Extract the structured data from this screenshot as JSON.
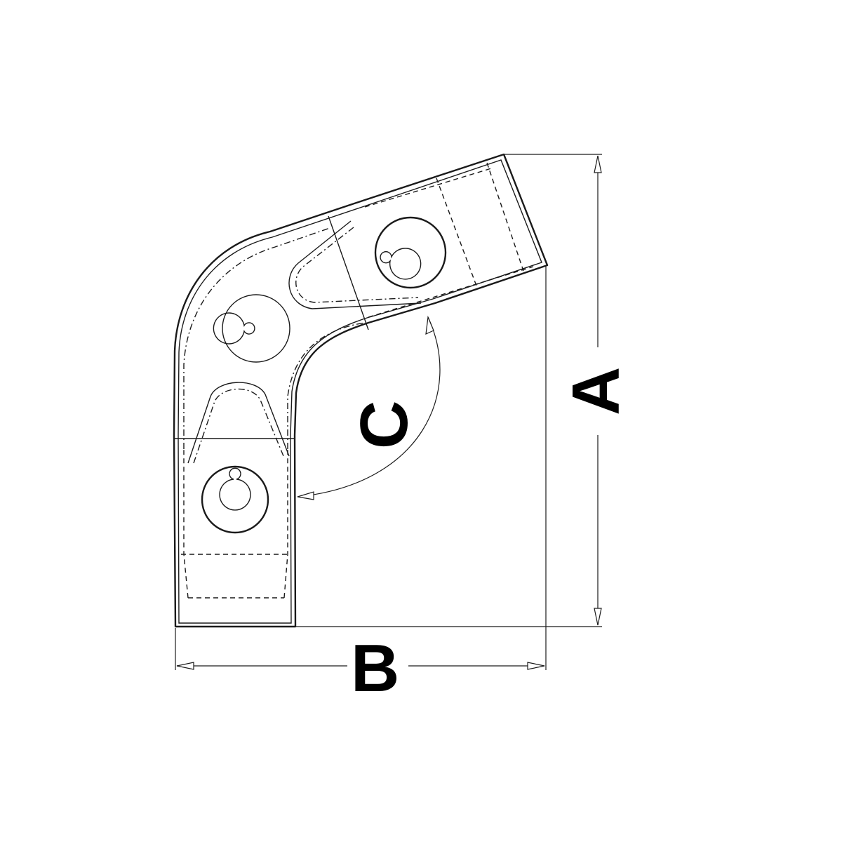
{
  "dimensions": {
    "height_label": "A",
    "width_label": "B",
    "angle_label": "C"
  },
  "colors": {
    "line": "#1a1a1a",
    "background": "#ffffff"
  }
}
